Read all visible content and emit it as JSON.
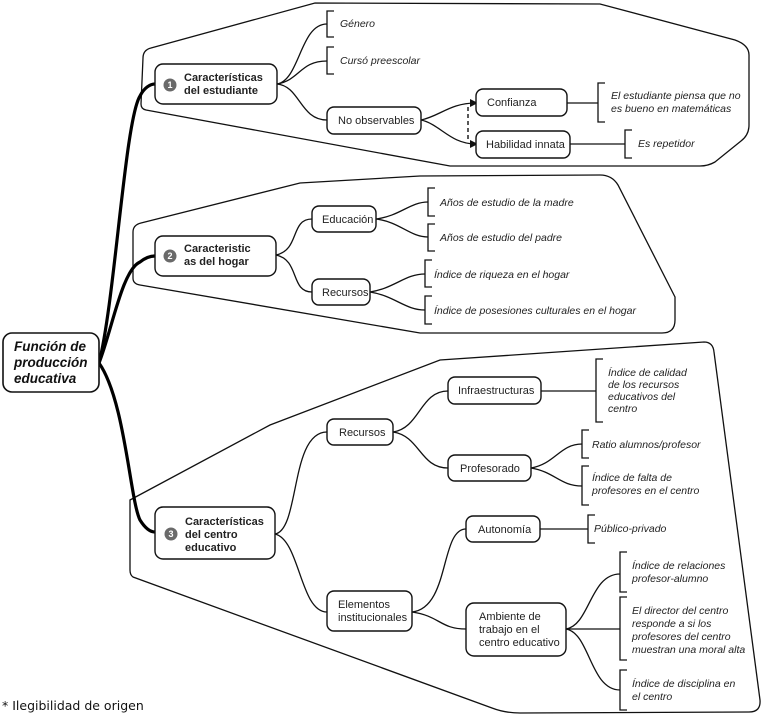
{
  "root": {
    "lines": [
      "Función de",
      "producción",
      "educativa"
    ]
  },
  "categories": [
    {
      "number": "1",
      "lines": [
        "Características",
        "del estudiante"
      ],
      "children": {
        "genero": "Género",
        "preescolar": "Cursó preescolar",
        "no_observables": "No observables",
        "confianza": "Confianza",
        "habilidad": "Habilidad innata",
        "confianza_leaf": [
          "El estudiante piensa que no",
          "es bueno en matemáticas"
        ],
        "habilidad_leaf": "Es repetidor"
      }
    },
    {
      "number": "2",
      "lines": [
        "Caracteristic",
        "as del hogar"
      ],
      "children": {
        "educacion": "Educación",
        "recursos": "Recursos",
        "madre": "Años de estudio de la madre",
        "padre": "Años de estudio del padre",
        "riqueza": "Índice de riqueza en el hogar",
        "posesiones": "Índice de posesiones culturales en el hogar"
      }
    },
    {
      "number": "3",
      "lines": [
        "Características",
        "del centro",
        "educativo"
      ],
      "children": {
        "recursos": "Recursos",
        "infraestructuras": "Infraestructuras",
        "profesorado": "Profesorado",
        "calidad": [
          "Índice de calidad",
          "de los recursos",
          "educativos del",
          "centro"
        ],
        "ratio": "Ratio alumnos/profesor",
        "falta": [
          "Índice de falta de",
          "profesores en el centro"
        ],
        "elementos": [
          "Elementos",
          "institucionales"
        ],
        "autonomia": "Autonomía",
        "publico": "Público-privado",
        "ambiente": [
          "Ambiente de",
          "trabajo en el",
          "centro educativo"
        ],
        "relaciones": [
          "Índice de relaciones",
          "profesor-alumno"
        ],
        "director": [
          "El director del centro",
          "responde a si los",
          "profesores del centro",
          "muestran una moral alta"
        ],
        "disciplina": [
          "Índice de disciplina en",
          "el centro"
        ]
      }
    }
  ],
  "footnote": "* Ilegibilidad de origen"
}
